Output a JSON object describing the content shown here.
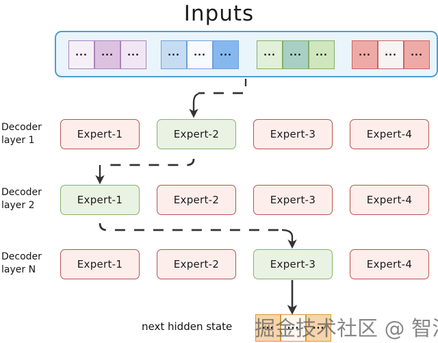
{
  "diagram": {
    "title": "Inputs",
    "colors": {
      "inputs_border": "#4a9ed0",
      "inputs_fill": "#eaf4fb",
      "expert_inactive_border": "#b5534c",
      "expert_inactive_fill": "#fdeeec",
      "expert_active_border": "#81b565",
      "expert_active_fill": "#e9f2e3",
      "output_border": "#d69a33",
      "output_fill": "#f7d4ad",
      "arrow": "#333333"
    }
  },
  "inputs": {
    "groups": [
      {
        "name": "purple-token-group",
        "cells": [
          "...",
          "...",
          "..."
        ]
      },
      {
        "name": "blue-token-group",
        "cells": [
          "...",
          "...",
          "..."
        ]
      },
      {
        "name": "green-token-group",
        "cells": [
          "...",
          "...",
          "..."
        ]
      },
      {
        "name": "red-token-group",
        "cells": [
          "...",
          "...",
          "..."
        ]
      }
    ]
  },
  "layers": [
    {
      "label_line1": "Decoder",
      "label_line2": "layer 1",
      "experts": [
        {
          "label": "Expert-1",
          "active": false
        },
        {
          "label": "Expert-2",
          "active": true
        },
        {
          "label": "Expert-3",
          "active": false
        },
        {
          "label": "Expert-4",
          "active": false
        }
      ]
    },
    {
      "label_line1": "Decoder",
      "label_line2": "layer 2",
      "experts": [
        {
          "label": "Expert-1",
          "active": true
        },
        {
          "label": "Expert-2",
          "active": false
        },
        {
          "label": "Expert-3",
          "active": false
        },
        {
          "label": "Expert-4",
          "active": false
        }
      ]
    },
    {
      "label_line1": "Decoder",
      "label_line2": "layer N",
      "experts": [
        {
          "label": "Expert-1",
          "active": false
        },
        {
          "label": "Expert-2",
          "active": false
        },
        {
          "label": "Expert-3",
          "active": true
        },
        {
          "label": "Expert-4",
          "active": false
        }
      ]
    }
  ],
  "output": {
    "label": "next hidden state",
    "cells": [
      "...",
      "...",
      "..."
    ]
  },
  "watermark": {
    "text": "掘金技术社区 @ 智泊AI"
  }
}
